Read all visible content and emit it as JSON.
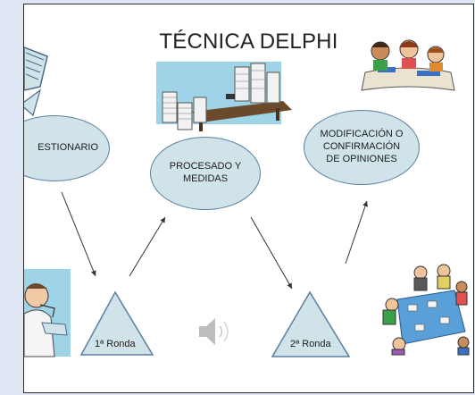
{
  "title": "TÉCNICA DELPHI",
  "nodes": {
    "cuestionario": "ESTIONARIO",
    "procesado": [
      "PROCESADO Y",
      "MEDIDAS"
    ],
    "modificacion": [
      "MODIFICACIÓN O",
      "CONFIRMACIÓN",
      "DE OPINIONES"
    ],
    "ronda1": "1ª Ronda",
    "ronda2": "2ª Ronda"
  },
  "colors": {
    "ellipse_fill": "#cfe3e8",
    "ellipse_border": "#5a7fa2",
    "background": "#dfe6f4"
  }
}
